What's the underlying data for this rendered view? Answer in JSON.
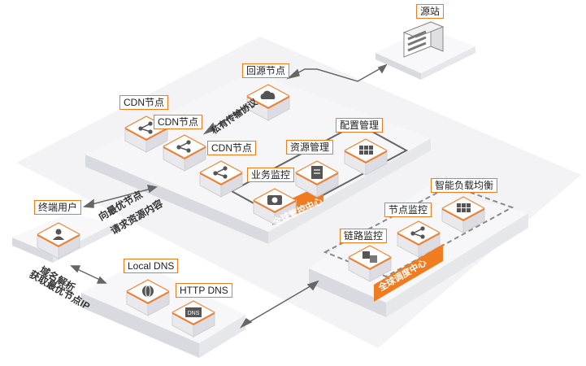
{
  "labels": {
    "origin": "源站",
    "back_to_origin_node": "回源节点",
    "cdn_node_1": "CDN节点",
    "cdn_node_2": "CDN节点",
    "cdn_node_3": "CDN节点",
    "config_management": "配置管理",
    "resource_management": "资源管理",
    "business_monitoring": "业务监控",
    "global_control_center": "全球管控中心",
    "end_user": "终端用户",
    "local_dns": "Local DNS",
    "http_dns": "HTTP DNS",
    "intelligent_load_balancing": "智能负载均衡",
    "node_monitoring": "节点监控",
    "link_monitoring": "链路监控",
    "global_scheduling_center": "全球调度中心"
  },
  "annotations": {
    "private_protocol": "私有传输协议",
    "request_line1": "向最优节点",
    "request_line2": "请求资源内容",
    "dns_line1": "域名解析",
    "dns_line2": "获取最优节点IP"
  },
  "icons": {
    "dns_badge": "DNS"
  },
  "colors": {
    "accent": "#f07c22",
    "platform_top": "#f4f4f6",
    "platform_side": "#dcdde3",
    "cube_top": "#ffffff",
    "cube_side": "#e6e6ea"
  }
}
